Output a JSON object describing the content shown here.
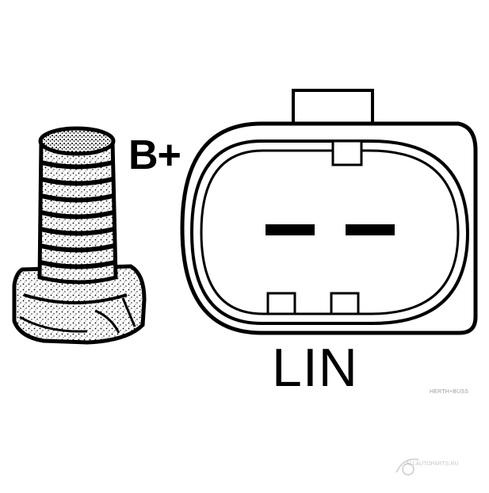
{
  "labels": {
    "battery_terminal": "B+",
    "lin_connector": "LIN",
    "brand": "HERTH+BUSS",
    "watermark": "ALLAUTOPARTS.RU"
  },
  "colors": {
    "ink": "#000000",
    "background": "#ffffff"
  }
}
